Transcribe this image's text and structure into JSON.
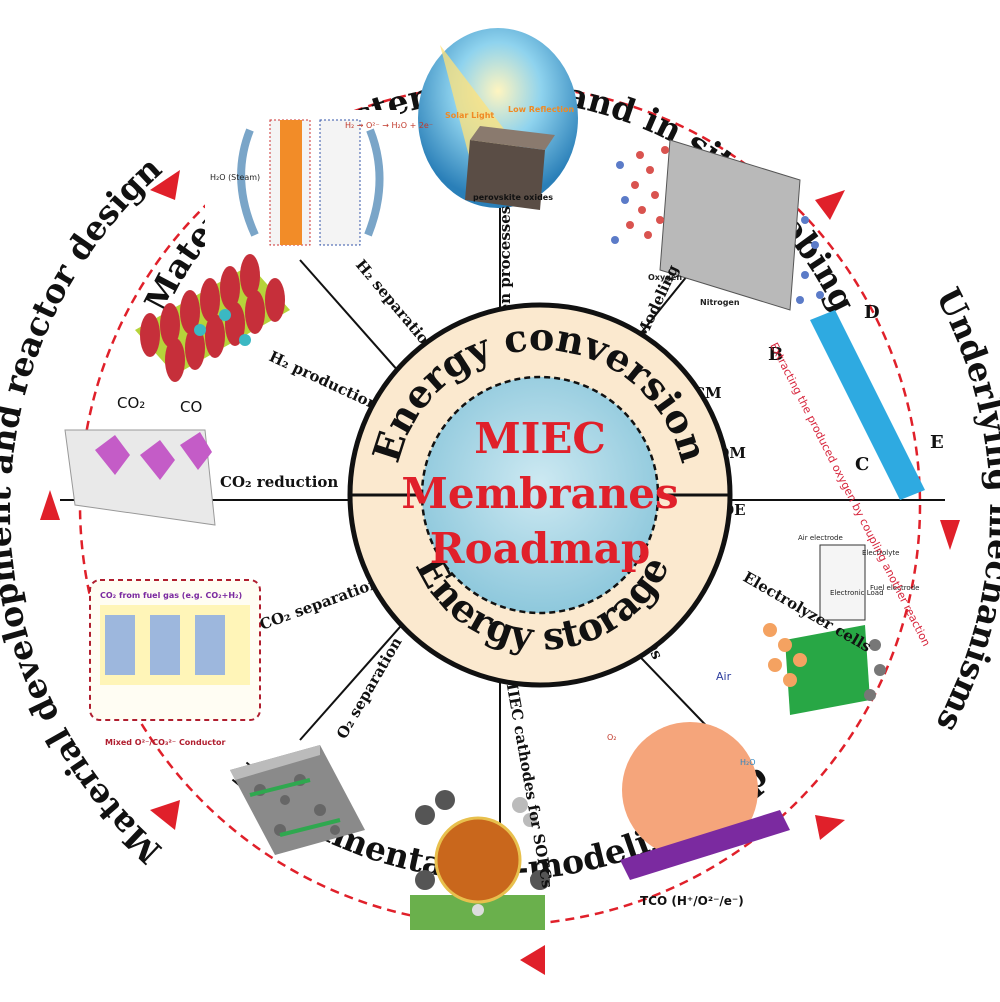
{
  "outer_loop": {
    "top": "Material characterization and in situ probing",
    "right": "Underlying mechanisms",
    "bottom": "Experimentation-modeling loop",
    "left": "Material development and reactor design"
  },
  "ring": {
    "upper": "Energy conversion",
    "lower": "Energy storage"
  },
  "center": {
    "line1": "MIEC",
    "line2": "Membranes",
    "line3": "Roadmap"
  },
  "spokes": {
    "solar": "solar-driven processes",
    "modeling": "Modeling",
    "h2_separation": "H₂ separation",
    "h2_production": "H₂ production",
    "co2_reduction": "CO₂ reduction",
    "co2_separation": "CO₂ separation",
    "o2_separation": "O₂ separation",
    "miec_cathodes": "MIEC cathodes for SOFCs",
    "tcos": "TCOs",
    "electrolyzer": "Electrolyzer cells",
    "ocm": "OCM",
    "pom": "POM",
    "ode": "ODE"
  },
  "panels": {
    "solar_light": "Solar Light",
    "low_reflection": "Low Reflection",
    "perovskite": "perovskite oxides",
    "oxygen": "Oxygen",
    "nitrogen": "Nitrogen",
    "extract_text": "Extracting the produced oxygen by coupling another reaction",
    "tco_label": "TCO (H⁺/O²⁻/e⁻)",
    "co2_fuel_gas": "CO₂ from fuel gas (e.g. CO₂+H₂)",
    "mixed_conductor": "Mixed O²⁻/CO₃²⁻ Conductor",
    "air": "Air",
    "air_electrode": "Air electrode",
    "electrolyte": "Electrolyte",
    "fuel_electrode": "Fuel electrode",
    "load": "Electronic Load",
    "co2": "CO₂",
    "co": "CO",
    "mech_d": "D",
    "mech_b": "B",
    "mech_c": "C",
    "mech_e": "E"
  },
  "colors": {
    "loop_red": "#e0202a",
    "ring_fill": "#fbe9cf",
    "center_fill": "#a9d7e6",
    "text_red": "#e0202a"
  }
}
